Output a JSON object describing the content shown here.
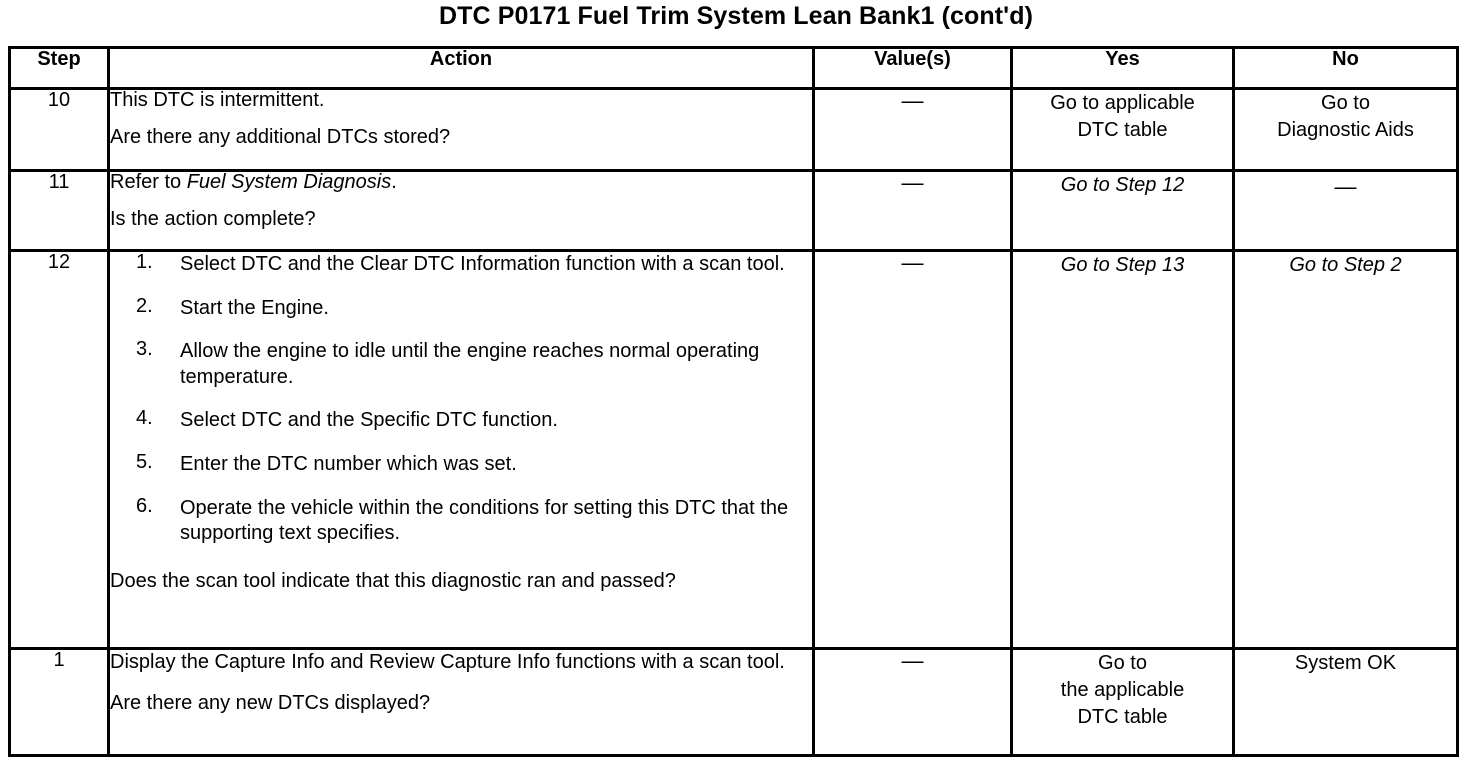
{
  "document": {
    "title": "DTC P0171 Fuel Trim System Lean Bank1 (cont'd)"
  },
  "table": {
    "headers": {
      "step": "Step",
      "action": "Action",
      "value": "Value(s)",
      "yes": "Yes",
      "no": "No"
    },
    "rows": [
      {
        "step": "10",
        "action": {
          "lines": [
            "This DTC is intermittent.",
            "Are there any additional DTCs stored?"
          ]
        },
        "value": "—",
        "yes": {
          "lines": [
            "Go to applicable",
            "DTC table"
          ]
        },
        "no": {
          "lines": [
            "Go to",
            "Diagnostic Aids"
          ]
        }
      },
      {
        "step": "11",
        "action": {
          "lead": "Refer to ",
          "italic": "Fuel System Diagnosis",
          "trail": ".",
          "question": "Is the action complete?"
        },
        "value": "—",
        "yes": {
          "lines": [
            "Go to Step 12"
          ]
        },
        "no": {
          "lines": [
            "—"
          ]
        }
      },
      {
        "step": "12",
        "action": {
          "steps": [
            {
              "num": "1.",
              "text": "Select DTC and the Clear DTC Information function with a scan tool."
            },
            {
              "num": "2.",
              "text": "Start the Engine."
            },
            {
              "num": "3.",
              "text": "Allow the engine to idle until the engine reaches normal operating temperature."
            },
            {
              "num": "4.",
              "text": "Select DTC and the Specific DTC function."
            },
            {
              "num": "5.",
              "text": "Enter the DTC number which was set."
            },
            {
              "num": "6.",
              "text": "Operate the vehicle within the conditions for setting this DTC that the supporting text specifies."
            }
          ],
          "question": "Does the scan tool indicate that this diagnostic ran and passed?"
        },
        "value": "—",
        "yes": {
          "lines": [
            "Go to Step 13"
          ]
        },
        "no": {
          "lines": [
            "Go to Step 2"
          ]
        }
      },
      {
        "step": "1",
        "action": {
          "lines": [
            "Display the Capture Info and Review Capture Info functions with a scan tool.",
            "Are there any new DTCs displayed?"
          ]
        },
        "value": "—",
        "yes": {
          "lines": [
            "Go to",
            "the applicable",
            "DTC table"
          ]
        },
        "no": {
          "lines": [
            "System OK"
          ]
        }
      }
    ]
  }
}
